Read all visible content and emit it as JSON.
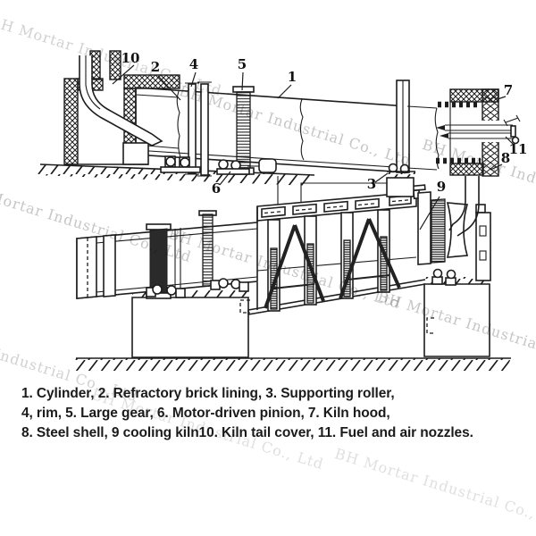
{
  "watermark": {
    "text": "BH Mortar Industrial Co., Ltd",
    "color": "#c6c6c6"
  },
  "caption": {
    "lines": [
      "1. Cylinder, 2. Refractory brick lining, 3. Supporting roller,",
      "4, rim, 5. Large gear, 6. Motor-driven pinion, 7. Kiln hood,",
      "8. Steel shell, 9 cooling kiln10. Kiln tail cover, 11. Fuel and air nozzles."
    ]
  },
  "diagram": {
    "callouts": [
      {
        "number": "1",
        "part": "Cylinder"
      },
      {
        "number": "2",
        "part": "Refractory brick lining"
      },
      {
        "number": "3",
        "part": "Supporting roller"
      },
      {
        "number": "4",
        "part": "rim"
      },
      {
        "number": "5",
        "part": "Large gear"
      },
      {
        "number": "6",
        "part": "Motor-driven pinion"
      },
      {
        "number": "7",
        "part": "Kiln hood"
      },
      {
        "number": "8",
        "part": "Steel shell"
      },
      {
        "number": "9",
        "part": "cooling kiln"
      },
      {
        "number": "10",
        "part": "Kiln tail cover"
      },
      {
        "number": "11",
        "part": "Fuel and air nozzles"
      }
    ]
  }
}
